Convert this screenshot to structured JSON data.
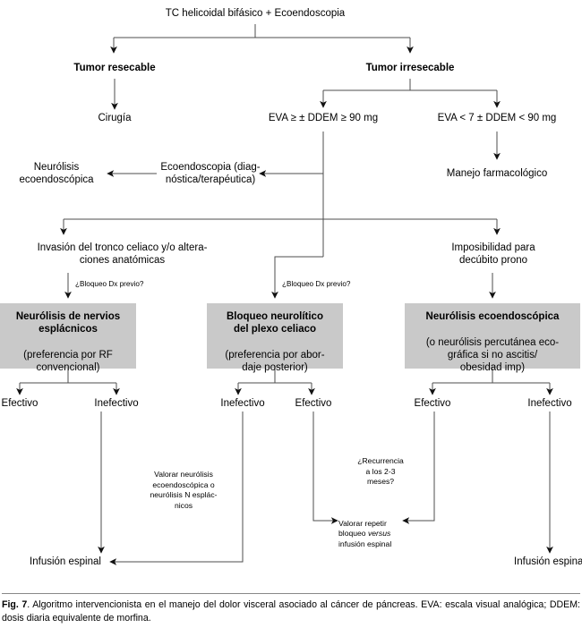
{
  "figure": {
    "caption_label": "Fig. 7",
    "caption_text": ". Algoritmo intervencionista en el manejo del dolor visceral asociado al cáncer de páncreas. EVA: escala visual analógica; DDEM: dosis diaria equivalente de morfina.",
    "box_fill": "#c9c9c9",
    "line_color": "#4d4d4d"
  },
  "nodes": {
    "root": "TC helicoidal bifásico + Ecoendoscopia",
    "resecable": "Tumor resecable",
    "irresecable": "Tumor irresecable",
    "cirugia": "Cirugía",
    "eva_high": "EVA ≥ ± DDEM ≥ 90 mg",
    "eva_low": "EVA < 7 ± DDEM < 90 mg",
    "ecoendoscopia": "Ecoendoscopia (diag-\nnóstica/terapéutica)",
    "neurolisis_eco": "Neurólisis\necoendoscópica",
    "manejo_farm": "Manejo farmacológico",
    "invasion": "Invasión del tronco celiaco y/o altera-\nciones anatómicas",
    "imposibilidad": "Imposibilidad para\ndecúbito prono",
    "bloqueo_dx_left": "¿Bloqueo Dx previo?",
    "bloqueo_dx_mid": "¿Bloqueo Dx previo?",
    "box_left_title": "Neurólisis de nervios\nesplácnicos",
    "box_left_sub": "(preferencia por RF\nconvencional)",
    "box_mid_title": "Bloqueo neurolítico\ndel plexo celiaco",
    "box_mid_sub": "(preferencia por abor-\ndaje posterior)",
    "box_right_title": "Neurólisis ecoendoscópica",
    "box_right_sub": "(o neurólisis percutánea eco-\ngráfica si no ascitis/\nobesidad imp)",
    "left_effective": "Efectivo",
    "left_ineffective": "Inefectivo",
    "mid_ineffective": "Inefectivo",
    "mid_effective": "Efectivo",
    "right_effective": "Efectivo",
    "right_ineffective": "Inefectivo",
    "valorar_neurolisis": "Valorar neurólisis\necoendoscópica o\nneurólisis N esplác-\nnicos",
    "recurrencia": "¿Recurrencia\na los 2-3\nmeses?",
    "valorar_repetir_pre": "Valorar repetir\nbloqueo ",
    "valorar_repetir_ital": "versus",
    "valorar_repetir_post": "\ninfusión espinal",
    "infusion_left": "Infusión espinal",
    "infusion_right": "Infusión espinal"
  }
}
